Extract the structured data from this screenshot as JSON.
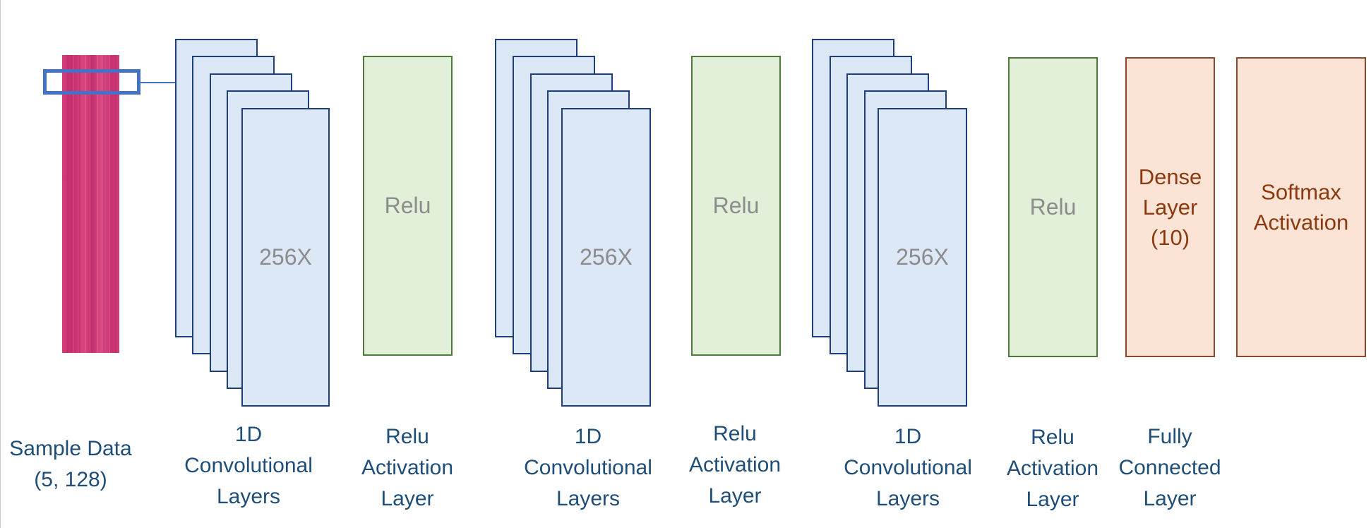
{
  "input": {
    "caption": "Sample Data\n(5, 128)",
    "colors": {
      "data_fill": "#d63c7a",
      "selector": "#4472c4"
    }
  },
  "conv_blocks": [
    {
      "inner_label": "256X",
      "caption": "1D\nConvolutional\nLayers"
    },
    {
      "inner_label": "256X",
      "caption": "1D\nConvolutional\nLayers"
    },
    {
      "inner_label": "256X",
      "caption": "1D\nConvolutional\nLayers"
    }
  ],
  "relu_blocks": [
    {
      "inner_label": "Relu",
      "caption": "Relu\nActivation\nLayer"
    },
    {
      "inner_label": "Relu",
      "caption": "Relu\nActivation\nLayer"
    },
    {
      "inner_label": "Relu",
      "caption": "Relu\nActivation\nLayer"
    }
  ],
  "dense": {
    "inner_label": "Dense\nLayer\n(10)",
    "caption": "Fully\nConnected\nLayer"
  },
  "softmax": {
    "inner_label": "Softmax\nActivation"
  },
  "colors": {
    "conv_fill": "#dce8f6",
    "conv_border": "#1f3f7a",
    "relu_fill": "#e2efd9",
    "relu_border": "#4f7a3a",
    "dense_fill": "#fbe4d5",
    "dense_border": "#8b4a2e",
    "caption_text": "#1f4e79",
    "inner_grey": "#8c8c8c",
    "inner_brown": "#8b3a10"
  }
}
